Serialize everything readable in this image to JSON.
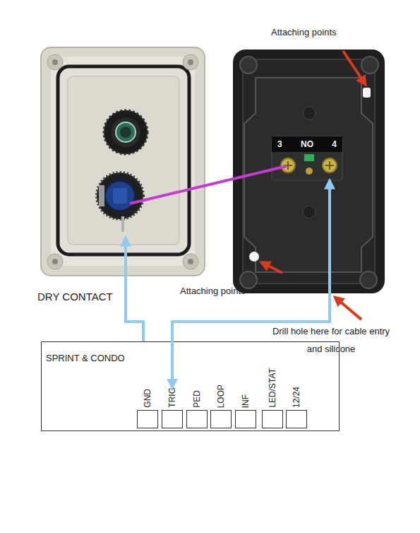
{
  "diagram": {
    "nodes": [
      {
        "text": [
          "3",
          "NO",
          "4"
        ]
      },
      {
        "text": [
          "SPRINT & CONDO"
        ]
      },
      {
        "text": [
          "GND"
        ],
        "in": 1
      },
      {
        "text": [
          "TRIG"
        ],
        "in": 1
      },
      {
        "text": [
          "PED"
        ],
        "in": 1
      },
      {
        "text": [
          "LOOP"
        ],
        "in": 1
      },
      {
        "text": [
          "INF"
        ],
        "in": 1
      },
      {
        "text": [
          "LED/STAT"
        ],
        "in": 1
      },
      {
        "text": [
          "12/24"
        ],
        "in": 1
      }
    ],
    "edges": [
      {
        "from": 0,
        "to": 3,
        "arrow": "both"
      }
    ],
    "labels": [
      "Attaching points",
      "Attaching points",
      "DRY CONTACT",
      "Drill hole here for cable entry and silicone"
    ]
  }
}
